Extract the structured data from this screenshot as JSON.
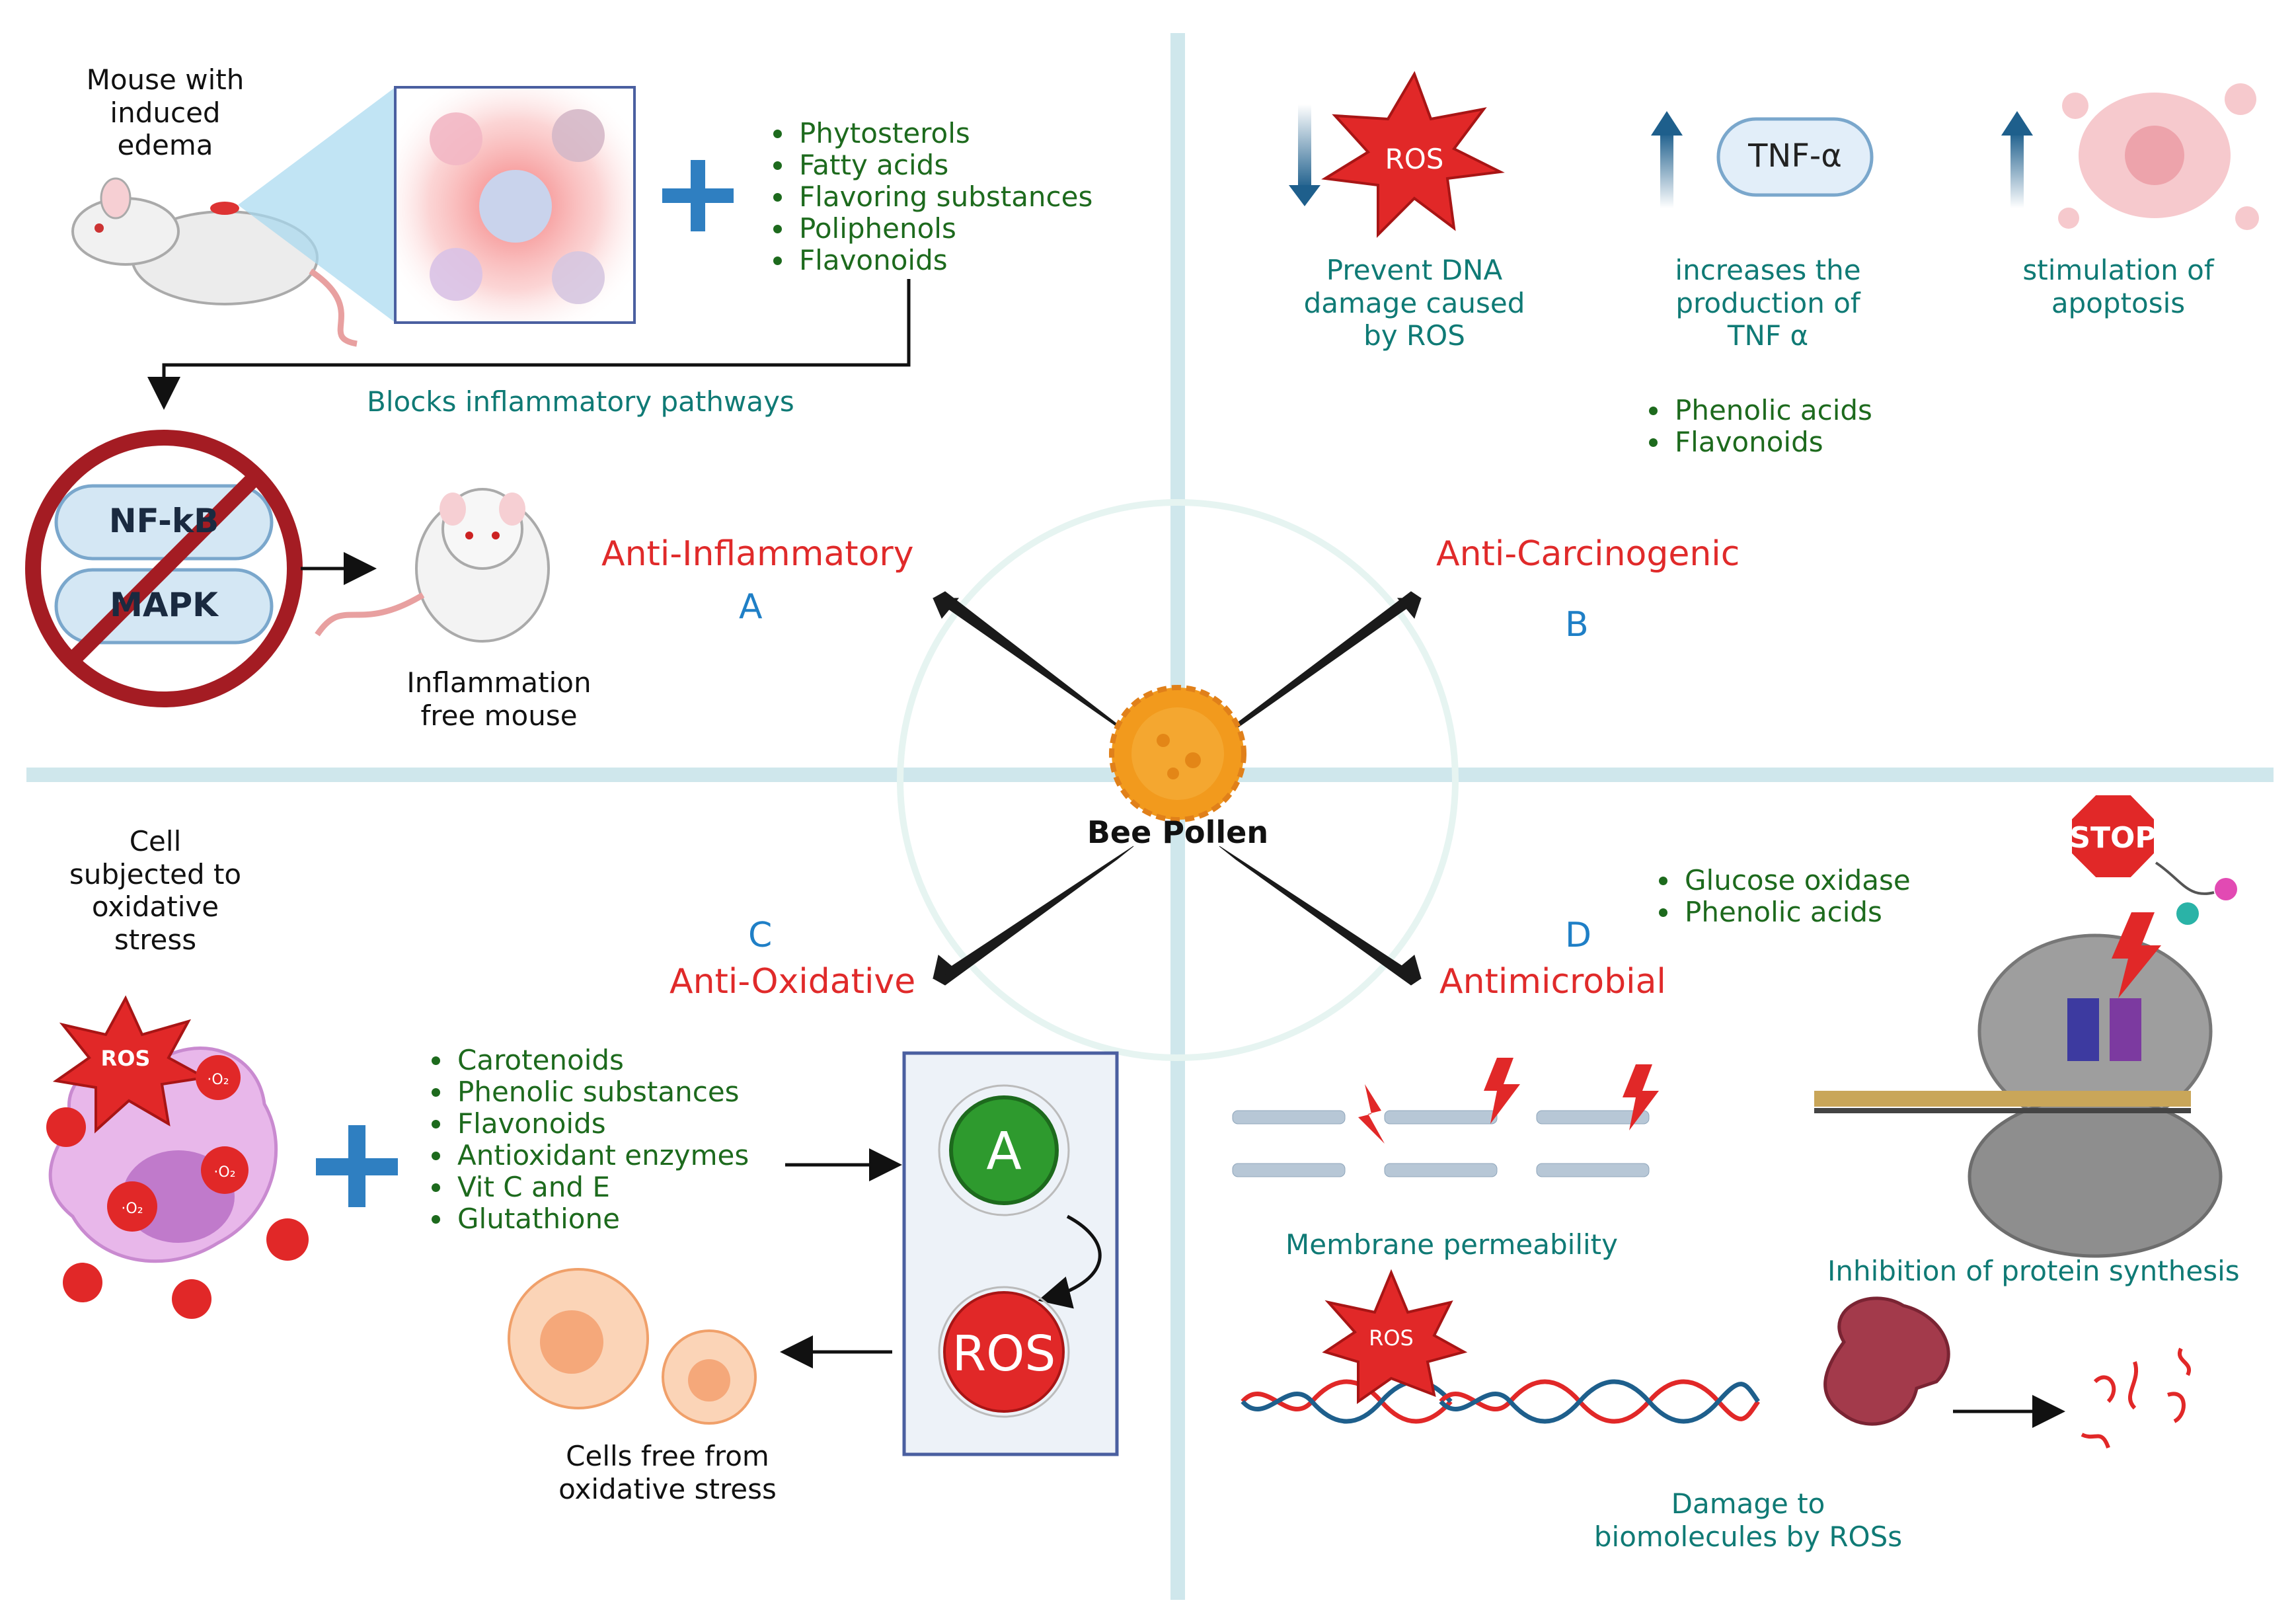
{
  "center": {
    "label": "Bee Pollen"
  },
  "quadrants": {
    "a": {
      "title": "Anti-Inflammatory",
      "letter": "A",
      "mouse_caption": "Mouse with\ninduced\nedema",
      "compounds": [
        "Phytosterols",
        "Fatty acids",
        "Flavoring substances",
        "Poliphenols",
        "Flavonoids"
      ],
      "pathway_text": "Blocks inflammatory pathways",
      "blocked": [
        "NF-kB",
        "MAPK"
      ],
      "result_caption": "Inflammation\nfree mouse"
    },
    "b": {
      "title": "Anti-Carcinogenic",
      "letter": "B",
      "ros_label": "ROS",
      "tnf_label": "TNF-α",
      "effects": [
        "Prevent DNA\ndamage caused\nby ROS",
        "increases the\nproduction of\nTNF α",
        "stimulation of\napoptosis"
      ],
      "compounds": [
        "Phenolic acids",
        "Flavonoids"
      ]
    },
    "c": {
      "title": "Anti-Oxidative",
      "letter": "C",
      "cell_caption": "Cell\nsubjected to\noxidative\nstress",
      "ros_label": "ROS",
      "radical_label": "·O₂",
      "compounds": [
        "Carotenoids",
        "Phenolic substances",
        "Flavonoids",
        "Antioxidant enzymes",
        "Vit C and E",
        "Glutathione"
      ],
      "antioxidant_label": "A",
      "ros_circle_label": "ROS",
      "result_caption": "Cells free from\noxidative stress"
    },
    "d": {
      "title": "Antimicrobial",
      "letter": "D",
      "compounds": [
        "Glucose oxidase",
        "Phenolic acids"
      ],
      "membrane_caption": "Membrane permeability",
      "protein_caption": "Inhibition of protein synthesis",
      "stop_label": "STOP",
      "ros_label": "ROS",
      "damage_caption": "Damage to\nbiomolecules by ROSs"
    }
  },
  "colors": {
    "divider": "#cfe7ec",
    "title_red": "#e02a2a",
    "letter_blue": "#1f7fc6",
    "teal_text": "#0f7a75",
    "compound_green": "#1d6a1d",
    "ros_red": "#e12828",
    "pollen_orange": "#f29a1d",
    "plus_blue": "#2f7fc1",
    "arrow_blue": "#1e5f8c"
  },
  "icons": [
    "mouse-icon",
    "cell-zoom-icon",
    "plus-icon",
    "no-sign-icon",
    "ros-burst-icon",
    "tnf-pill-icon",
    "apoptosis-icon",
    "ribosome-icon",
    "stop-sign-icon",
    "dna-icon",
    "protein-icon"
  ]
}
